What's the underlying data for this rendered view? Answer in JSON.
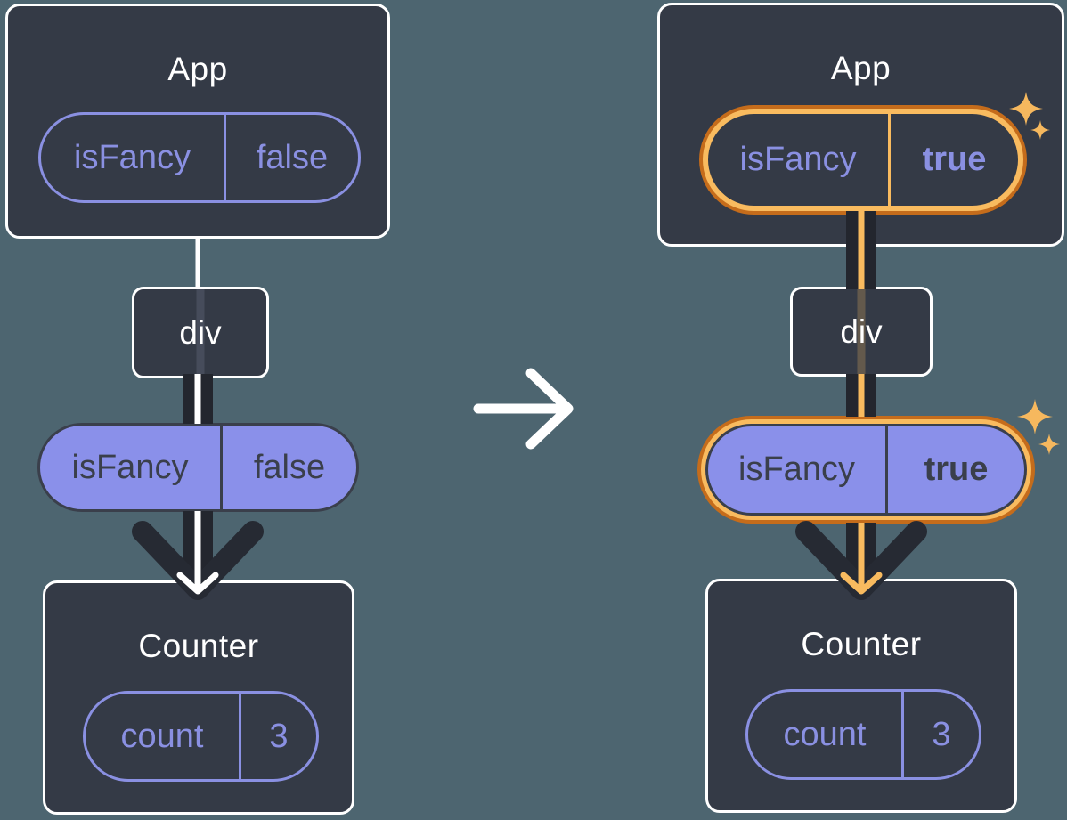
{
  "colors": {
    "background": "#4d6570",
    "card_background": "#343a46",
    "card_border": "#ffffff",
    "purple_accent": "#8a90e2",
    "purple_pill_fill": "#8a90ea",
    "pill_dark_text": "#3a3f4b",
    "connector_dark": "#23262e",
    "connector_core_before": "#ffffff",
    "connector_core_after": "#f9bb5f",
    "highlight_ring_outer": "#c56c1b",
    "highlight_ring_inner": "#f9bb5f",
    "sparkle": "#f6b85e",
    "transition_arrow": "#ffffff"
  },
  "icons": {
    "transition": "arrow-right-icon",
    "highlight": "sparkle-icon"
  },
  "panels": {
    "before": {
      "app": {
        "title": "App",
        "prop": {
          "name": "isFancy",
          "value": "false"
        }
      },
      "container": {
        "label": "div"
      },
      "passed_prop": {
        "name": "isFancy",
        "value": "false"
      },
      "counter": {
        "title": "Counter",
        "state": {
          "name": "count",
          "value": "3"
        }
      }
    },
    "after": {
      "app": {
        "title": "App",
        "prop": {
          "name": "isFancy",
          "value": "true"
        }
      },
      "container": {
        "label": "div"
      },
      "passed_prop": {
        "name": "isFancy",
        "value": "true"
      },
      "counter": {
        "title": "Counter",
        "state": {
          "name": "count",
          "value": "3"
        }
      }
    }
  }
}
